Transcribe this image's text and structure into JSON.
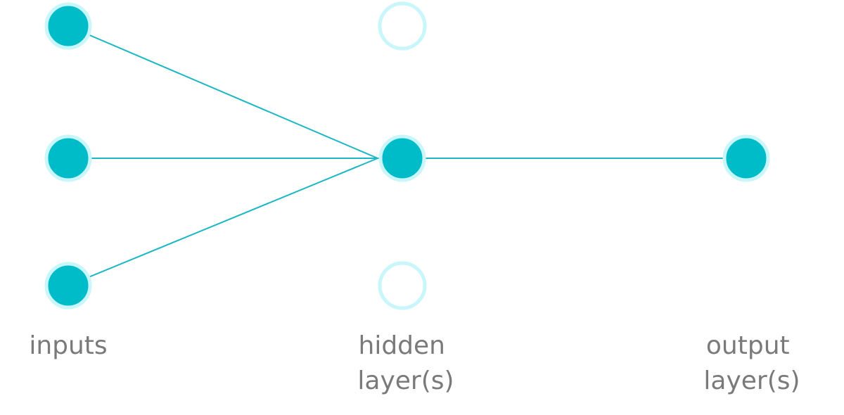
{
  "colors": {
    "node_fill": "#00bcc8",
    "node_halo": "#c8f6fb",
    "empty_ring": "#c8f6fb",
    "edge": "#1bb7c4",
    "label": "#7a7a7a"
  },
  "layers": [
    {
      "id": "inputs",
      "label_lines": [
        "inputs"
      ],
      "nodes": [
        {
          "id": "input-1",
          "active": true
        },
        {
          "id": "input-2",
          "active": true
        },
        {
          "id": "input-3",
          "active": true
        }
      ]
    },
    {
      "id": "hidden",
      "label_lines": [
        "hidden",
        "layer(s)"
      ],
      "nodes": [
        {
          "id": "hidden-1",
          "active": false
        },
        {
          "id": "hidden-2",
          "active": true
        },
        {
          "id": "hidden-3",
          "active": false
        }
      ]
    },
    {
      "id": "output",
      "label_lines": [
        "output",
        "layer(s)"
      ],
      "nodes": [
        {
          "id": "output-1",
          "active": true
        }
      ]
    }
  ],
  "connections": [
    {
      "from": "input-1",
      "to": "hidden-2"
    },
    {
      "from": "input-2",
      "to": "hidden-2"
    },
    {
      "from": "input-3",
      "to": "hidden-2"
    },
    {
      "from": "hidden-2",
      "to": "output-1"
    }
  ]
}
